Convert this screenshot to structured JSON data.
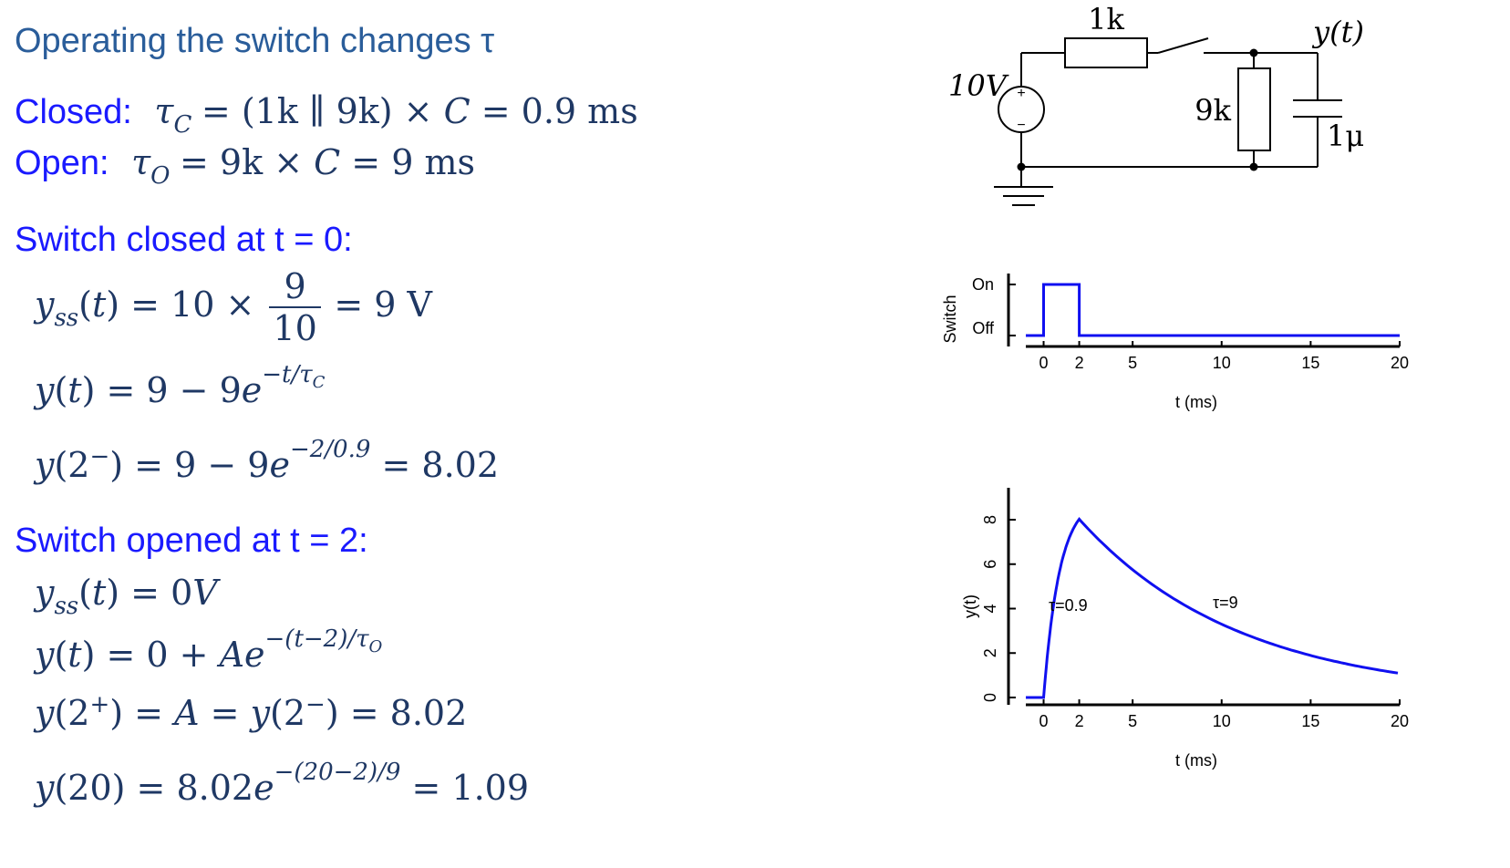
{
  "text": {
    "title": "Operating the switch changes τ",
    "closed_label": "Closed:",
    "closed_eq": "τ_C = (1k ∥ 9k) × C = 0.9 ms",
    "open_label": "Open:",
    "open_eq": "τ_O = 9k × C = 9 ms",
    "closed_heading": "Switch closed at t = 0:",
    "yss1": "y_ss(t) = 10 × 9/10 = 9 V",
    "y1": "y(t) = 9 − 9e^(−t/τ_C)",
    "y2minus": "y(2⁻) = 9 − 9e^(−2/0.9) = 8.02",
    "opened_heading": "Switch opened at t = 2:",
    "yss2": "y_ss(t) = 0V",
    "y2": "y(t) = 0 + Ae^(−(t−2)/τ_O)",
    "y2plus": "y(2⁺) = A = y(2⁻) = 8.02",
    "y20": "y(20) = 8.02e^(−(20−2)/9) = 1.09"
  },
  "circuit": {
    "source": "10V",
    "resistor_series": "1k",
    "resistor_shunt": "9k",
    "capacitor": "1μ",
    "output": "y(t)",
    "plus": "+",
    "minus": "−"
  },
  "chart_data": [
    {
      "type": "line",
      "ylabel": "Switch",
      "xlabel": "t (ms)",
      "xlim": [
        -1,
        20
      ],
      "xticks": [
        "0",
        "2",
        "5",
        "10",
        "15",
        "20"
      ],
      "yticks": [
        "Off",
        "On"
      ],
      "series": [
        {
          "x": [
            -1,
            0,
            0,
            2,
            2,
            20
          ],
          "y": [
            0,
            0,
            1,
            1,
            0,
            0
          ]
        }
      ],
      "color": "#1010f0"
    },
    {
      "type": "line",
      "ylabel": "y(t)",
      "xlabel": "t (ms)",
      "xlim": [
        -1,
        20
      ],
      "ylim": [
        0,
        9
      ],
      "xticks": [
        "0",
        "2",
        "5",
        "10",
        "15",
        "20"
      ],
      "yticks": [
        "0",
        "2",
        "4",
        "6",
        "8"
      ],
      "annotations": [
        "τ=0.9",
        "τ=9"
      ],
      "series": [
        {
          "x": [
            -1,
            0,
            0.2,
            0.5,
            1,
            1.5,
            2,
            3,
            4,
            6,
            8,
            10,
            12,
            14,
            16,
            18,
            20
          ],
          "y": [
            0,
            0,
            1.8,
            3.83,
            6.04,
            7.39,
            8.02,
            7.24,
            6.55,
            5.36,
            4.39,
            3.59,
            2.94,
            2.41,
            1.97,
            1.61,
            1.09
          ]
        }
      ],
      "color": "#1010f0"
    }
  ]
}
